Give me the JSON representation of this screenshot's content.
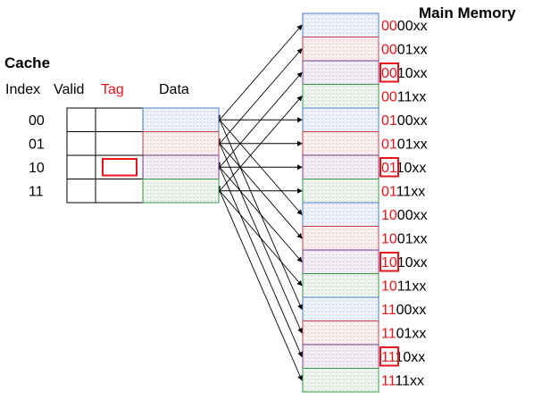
{
  "cache": {
    "title": "Cache",
    "headers": {
      "index": "Index",
      "valid": "Valid",
      "tag": "Tag",
      "data": "Data"
    },
    "rows": [
      {
        "index": "00",
        "color": "#4a7bc4",
        "fill": "#eef3fb"
      },
      {
        "index": "01",
        "color": "#c2444a",
        "fill": "#fbefef"
      },
      {
        "index": "10",
        "color": "#7a3f8f",
        "fill": "#f4eef7"
      },
      {
        "index": "11",
        "color": "#3a9a45",
        "fill": "#eef7ef"
      }
    ],
    "highlighted_tag_row": 2
  },
  "memory": {
    "title": "Main Memory",
    "suffix": "xx",
    "rows": [
      {
        "red": "00",
        "black": "00"
      },
      {
        "red": "00",
        "black": "01"
      },
      {
        "red": "00",
        "black": "10"
      },
      {
        "red": "00",
        "black": "11"
      },
      {
        "red": "01",
        "black": "00"
      },
      {
        "red": "01",
        "black": "01"
      },
      {
        "red": "01",
        "black": "10"
      },
      {
        "red": "01",
        "black": "11"
      },
      {
        "red": "10",
        "black": "00"
      },
      {
        "red": "10",
        "black": "01"
      },
      {
        "red": "10",
        "black": "10"
      },
      {
        "red": "10",
        "black": "11"
      },
      {
        "red": "11",
        "black": "00"
      },
      {
        "red": "11",
        "black": "01"
      },
      {
        "red": "11",
        "black": "10"
      },
      {
        "red": "11",
        "black": "11"
      }
    ],
    "boxed_rows": [
      2,
      6,
      10,
      14
    ]
  },
  "colors": {
    "tag_red": "#e8141b",
    "line": "#000000"
  }
}
